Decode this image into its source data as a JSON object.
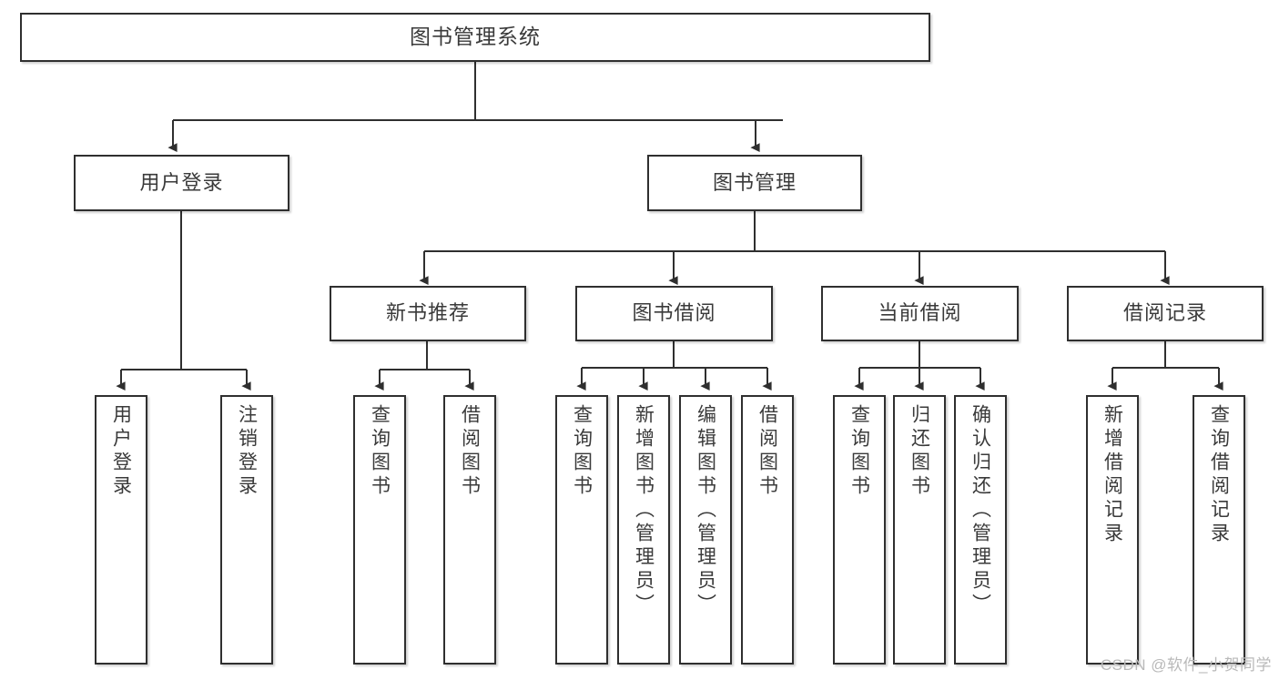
{
  "diagram": {
    "title": "图书管理系统",
    "watermark": "CSDN @软件_小贺同学",
    "colors": {
      "box_border": "#2f2f2f",
      "box_fill": "#ffffff",
      "text": "#3a3a3a",
      "connector": "#2f2f2f",
      "watermark": "#b9b9b9",
      "background": "#ffffff"
    },
    "levels": {
      "root": {
        "label": "图书管理系统",
        "orientation": "horizontal"
      },
      "level2": [
        {
          "label": "用户登录",
          "orientation": "horizontal"
        },
        {
          "label": "图书管理",
          "orientation": "horizontal"
        }
      ],
      "level3": [
        {
          "label": "新书推荐",
          "orientation": "horizontal",
          "parent": "图书管理"
        },
        {
          "label": "图书借阅",
          "orientation": "horizontal",
          "parent": "图书管理"
        },
        {
          "label": "当前借阅",
          "orientation": "horizontal",
          "parent": "图书管理"
        },
        {
          "label": "借阅记录",
          "orientation": "horizontal",
          "parent": "图书管理"
        }
      ],
      "leaves": [
        {
          "label": "用户登录",
          "orientation": "vertical",
          "parent": "用户登录"
        },
        {
          "label": "注销登录",
          "orientation": "vertical",
          "parent": "用户登录"
        },
        {
          "label": "查询图书",
          "orientation": "vertical",
          "parent": "新书推荐"
        },
        {
          "label": "借阅图书",
          "orientation": "vertical",
          "parent": "新书推荐"
        },
        {
          "label": "查询图书",
          "orientation": "vertical",
          "parent": "图书借阅"
        },
        {
          "label": "新增图书（管理员）",
          "orientation": "vertical",
          "parent": "图书借阅"
        },
        {
          "label": "编辑图书（管理员）",
          "orientation": "vertical",
          "parent": "图书借阅"
        },
        {
          "label": "借阅图书",
          "orientation": "vertical",
          "parent": "图书借阅"
        },
        {
          "label": "查询图书",
          "orientation": "vertical",
          "parent": "当前借阅"
        },
        {
          "label": "归还图书",
          "orientation": "vertical",
          "parent": "当前借阅"
        },
        {
          "label": "确认归还（管理员）",
          "orientation": "vertical",
          "parent": "当前借阅"
        },
        {
          "label": "新增借阅记录",
          "orientation": "vertical",
          "parent": "借阅记录"
        },
        {
          "label": "查询借阅记录",
          "orientation": "vertical",
          "parent": "借阅记录"
        }
      ]
    }
  }
}
